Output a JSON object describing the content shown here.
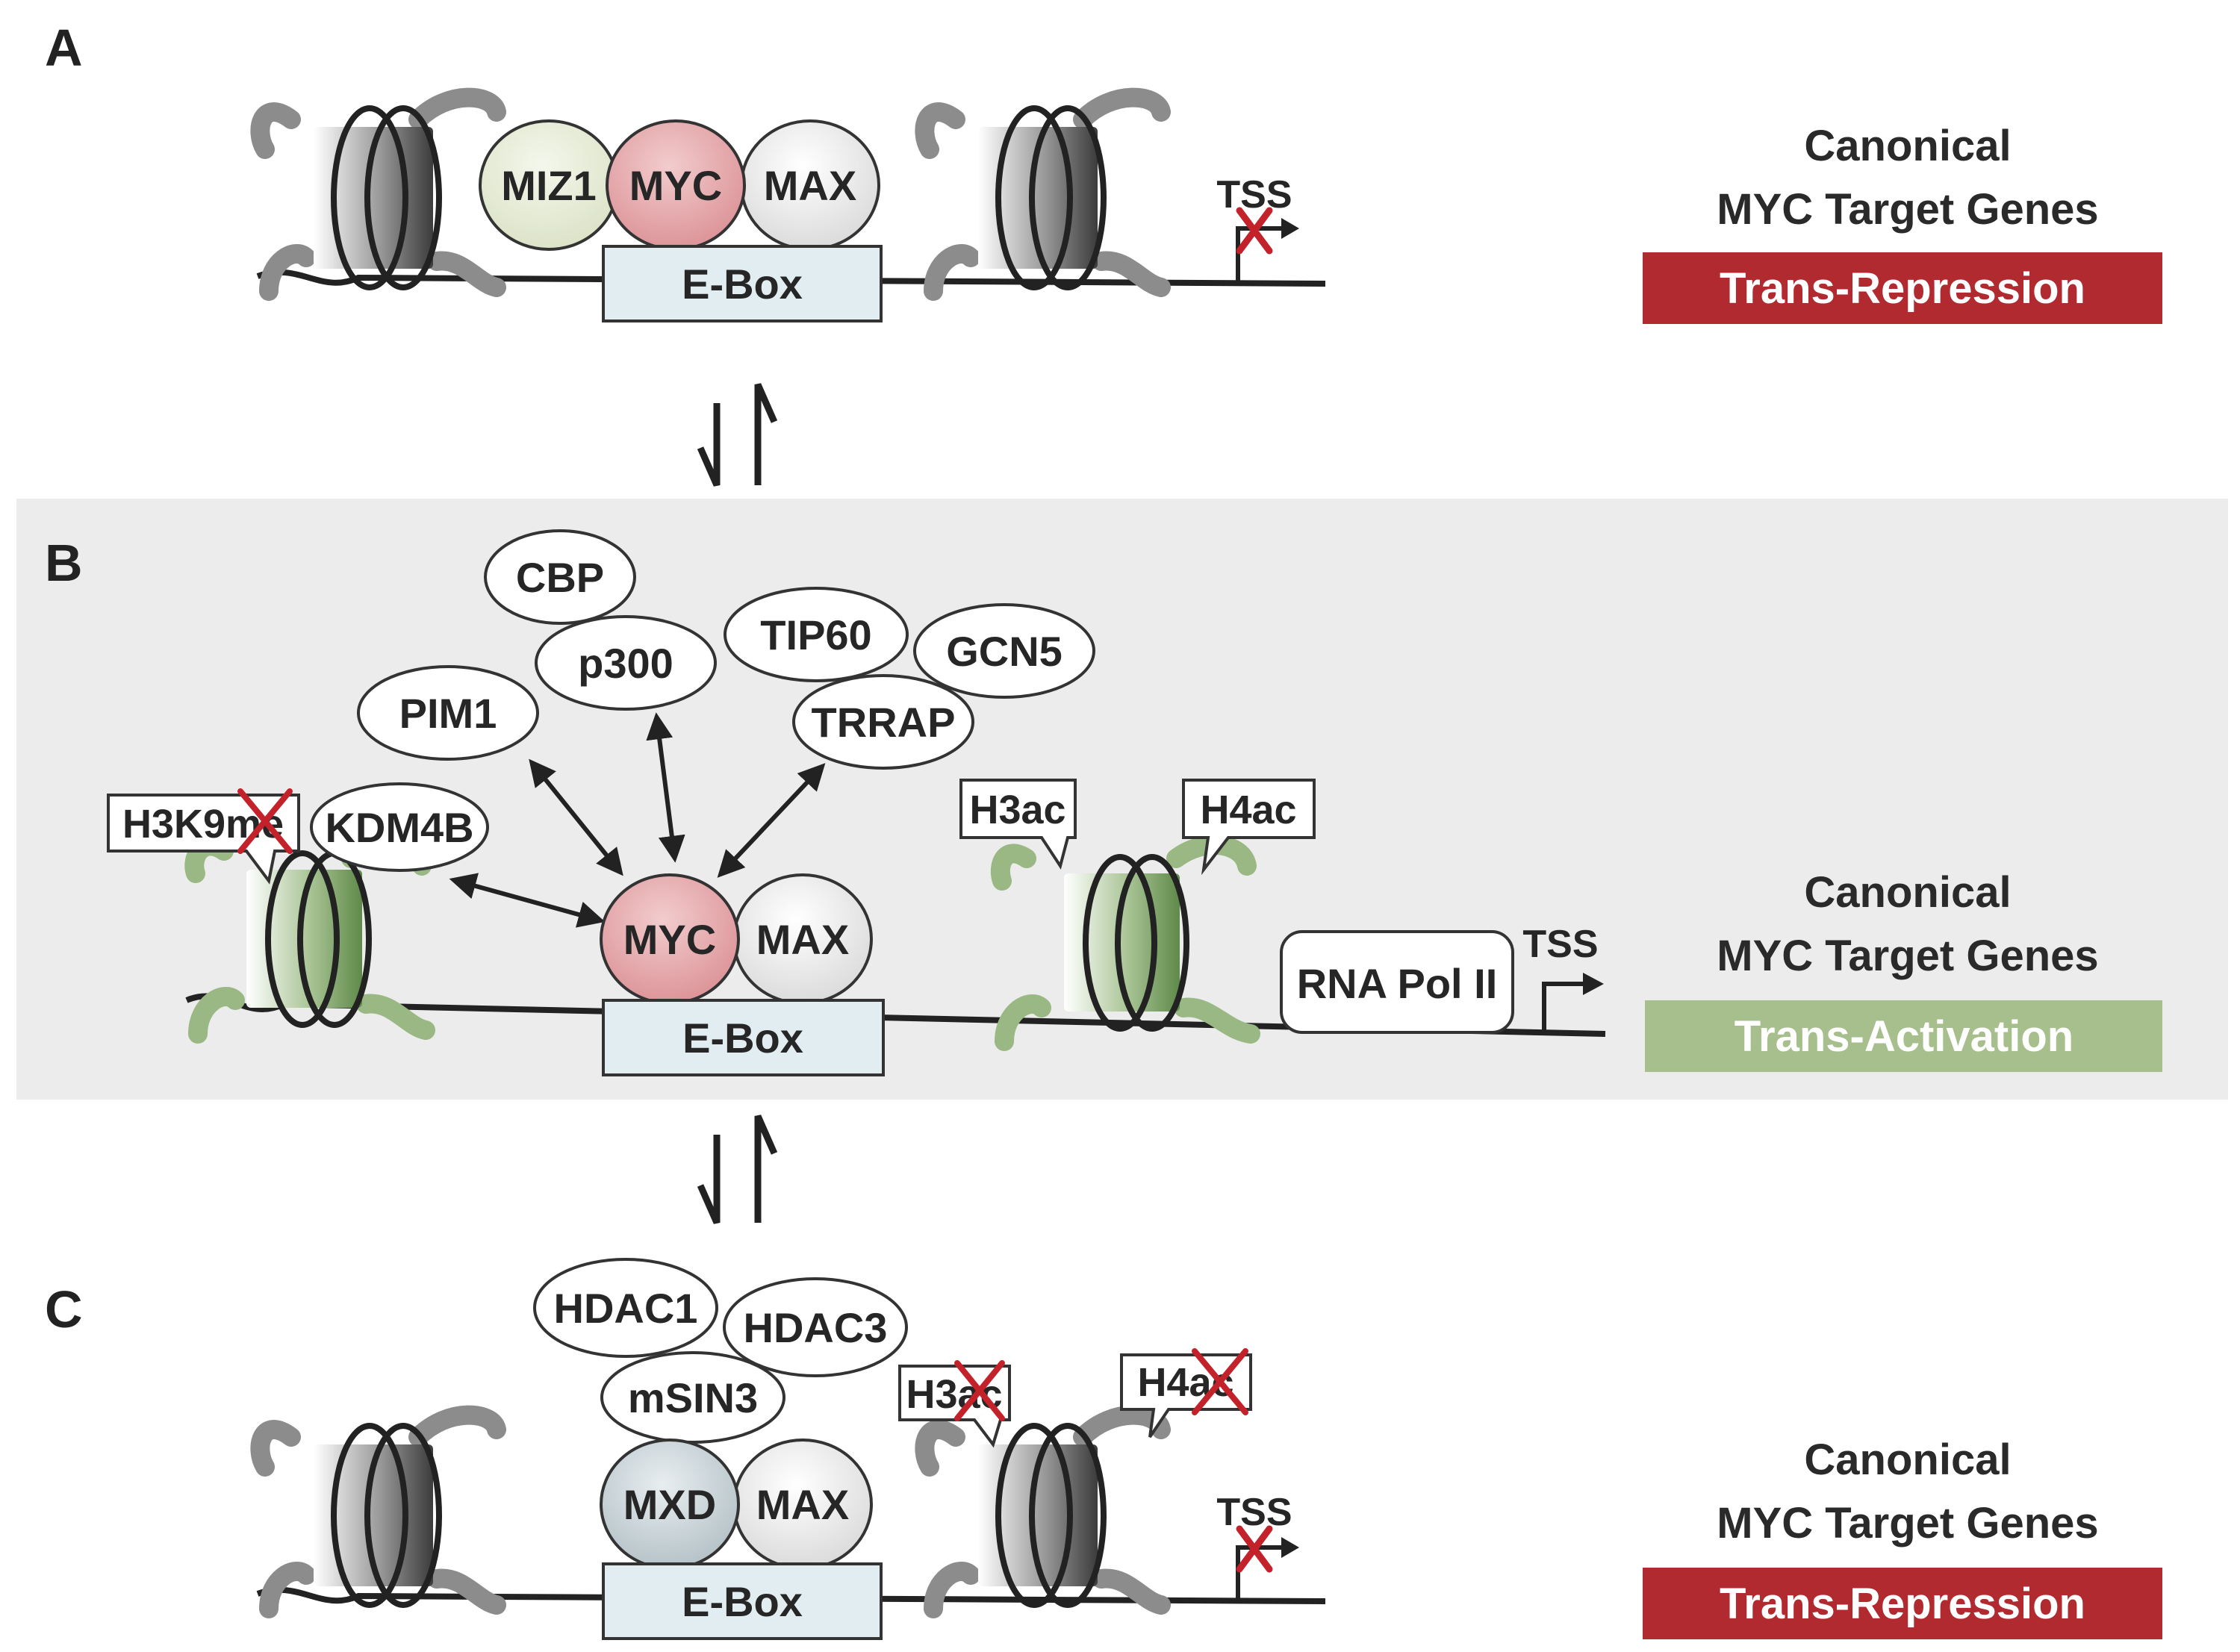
{
  "panels": {
    "a": {
      "letter": "A",
      "proteins": [
        "MIZ1",
        "MYC",
        "MAX"
      ],
      "ebox": "E-Box",
      "tss": "TSS",
      "caption_line1": "Canonical",
      "caption_line2": "MYC Target Genes",
      "banner": "Trans-Repression"
    },
    "b": {
      "letter": "B",
      "cofactors": {
        "cbp": "CBP",
        "p300": "p300",
        "tip60": "TIP60",
        "gcn5": "GCN5",
        "pim1": "PIM1",
        "trrap": "TRRAP",
        "kdm4b": "KDM4B"
      },
      "marks": {
        "h3k9me": "H3K9me",
        "h3ac": "H3ac",
        "h4ac": "H4ac"
      },
      "proteins": [
        "MYC",
        "MAX"
      ],
      "rna_pol": "RNA Pol II",
      "ebox": "E-Box",
      "tss": "TSS",
      "caption_line1": "Canonical",
      "caption_line2": "MYC Target Genes",
      "banner": "Trans-Activation"
    },
    "c": {
      "letter": "C",
      "cofactors": {
        "hdac1": "HDAC1",
        "hdac3": "HDAC3",
        "msin3": "mSIN3"
      },
      "marks": {
        "h3ac": "H3ac",
        "h4ac": "H4ac"
      },
      "proteins": [
        "MXD",
        "MAX"
      ],
      "ebox": "E-Box",
      "tss": "TSS",
      "caption_line1": "Canonical",
      "caption_line2": "MYC Target Genes",
      "banner": "Trans-Repression"
    }
  },
  "colors": {
    "repression": "#b02a30",
    "activation": "#a7bf8c",
    "panel_b_background": "#ececec",
    "myc": "#e2a7aa",
    "miz1": "#e6ebd6",
    "max": "#e8e8e8",
    "mxd": "#c9d4d8",
    "ebox": "#e1edf0",
    "inactive_chromatin": "#8c8c8c",
    "active_chromatin": "#9ab884",
    "inhibition_x": "#c4222b"
  }
}
